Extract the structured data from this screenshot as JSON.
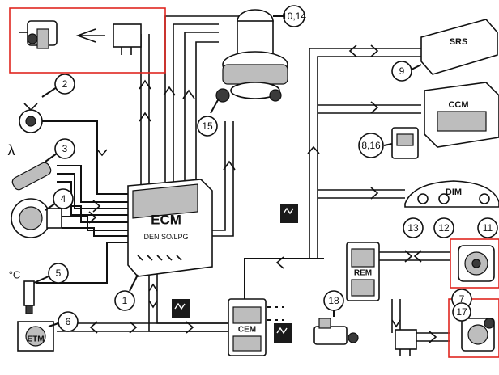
{
  "callouts": {
    "c1": "1",
    "c2": "2",
    "c3": "3",
    "c4": "4",
    "c5": "5",
    "c6": "6",
    "c7": "7",
    "c8_16": "8,16",
    "c9": "9",
    "c10_14": "10,14",
    "c11": "11",
    "c12": "12",
    "c13": "13",
    "c15": "15",
    "c17": "17",
    "c18": "18"
  },
  "labels": {
    "ecm": "ECM",
    "ecm_sub": "DEN SO/LPG",
    "cem": "CEM",
    "rem": "REM",
    "etm": "ETM",
    "srs": "SRS",
    "ccm": "CCM",
    "dim": "DIM",
    "lambda": "λ",
    "temp": "°C"
  },
  "colors": {
    "highlight": "#e0261f",
    "line": "#111111"
  }
}
